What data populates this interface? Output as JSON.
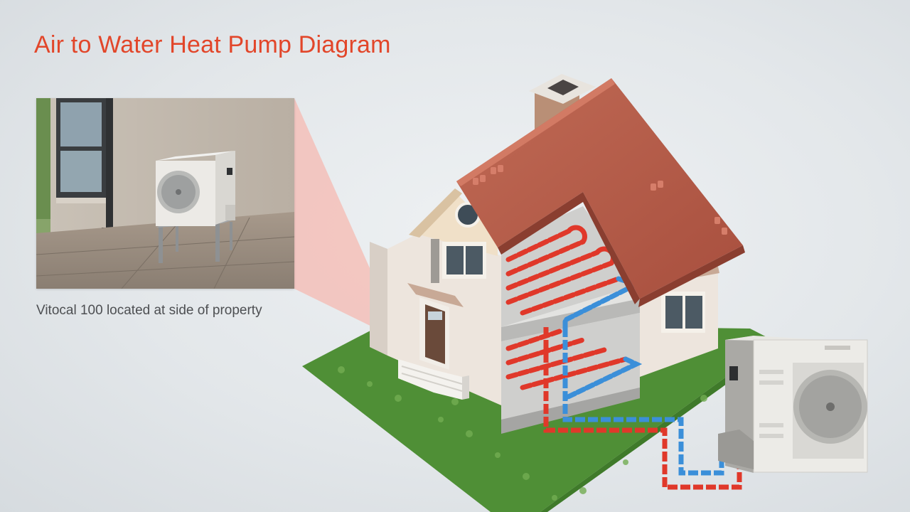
{
  "title": "Air to Water Heat Pump Diagram",
  "inset": {
    "caption": "Vitocal 100 located at side of property"
  },
  "colors": {
    "title": "#e2462a",
    "roof": "#b55a47",
    "wall": "#ede5dd",
    "lawn": "#4f8f36",
    "hot_pipe": "#e0382a",
    "cold_pipe": "#3b8fd9",
    "beam": "#f5b5b0"
  },
  "icons": [
    "heat-pump-unit",
    "chimney",
    "door",
    "window",
    "stairs"
  ]
}
